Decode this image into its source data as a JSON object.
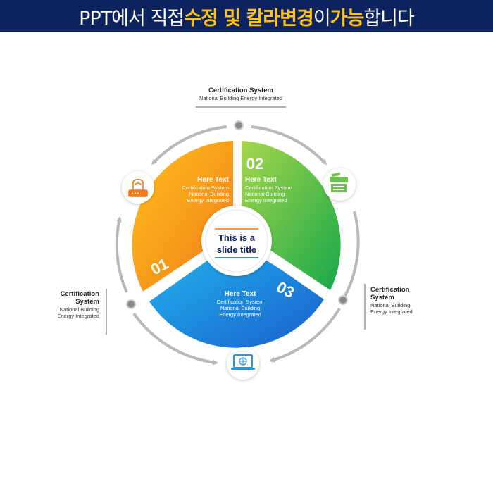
{
  "banner": {
    "part1": "PPT에서 직접 ",
    "part2": "수정 및 칼라변경",
    "part3": "이 ",
    "part4": "가능",
    "part5": "합니다"
  },
  "center": {
    "line1": "This is a",
    "line2": "slide title"
  },
  "segments": [
    {
      "number": "01",
      "title": "Here Text",
      "sub1": "Certification System",
      "sub2": "National Building",
      "sub3": "Energy Integrated",
      "color": "#f7a21b"
    },
    {
      "number": "02",
      "title": "Here Text",
      "sub1": "Certification System",
      "sub2": "National Building",
      "sub3": "Energy Integrated",
      "color": "#6cc24a"
    },
    {
      "number": "03",
      "title": "Here Text",
      "sub1": "Certification System",
      "sub2": "National Building",
      "sub3": "Energy Integrated",
      "color": "#1f9ae0"
    }
  ],
  "labels": {
    "top": {
      "title": "Certification System",
      "sub": "National Building Energy Integrated"
    },
    "left": {
      "title1": "Certification",
      "title2": "System",
      "sub1": "National Building",
      "sub2": "Energy Integrated"
    },
    "right": {
      "title1": "Certification",
      "title2": "System",
      "sub1": "National Building",
      "sub2": "Energy Integrated"
    }
  },
  "icons": {
    "router": "router-icon",
    "printer": "printer-icon",
    "laptop": "laptop-icon"
  }
}
